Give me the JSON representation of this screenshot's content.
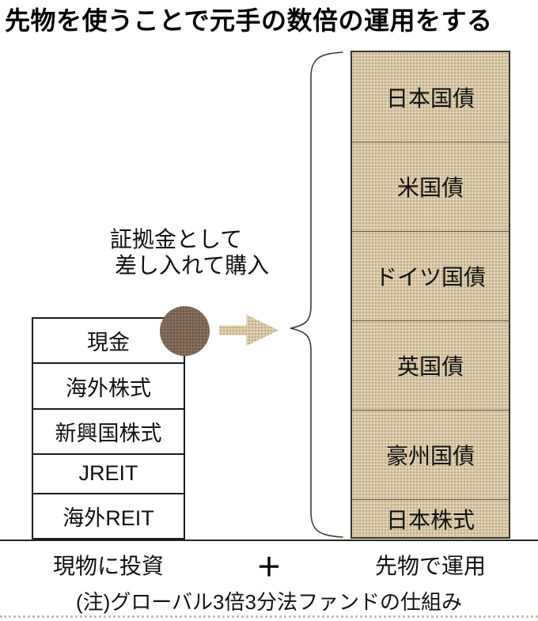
{
  "title": "先物を使うことで元手の数倍の運用をする",
  "annotation": {
    "line1": "証拠金として",
    "line2": "差し入れて購入"
  },
  "left_stack": {
    "items": [
      "現金",
      "海外株式",
      "新興国株式",
      "JREIT",
      "海外REIT"
    ],
    "highlighted_item": "現金"
  },
  "right_stack": {
    "items": [
      "日本国債",
      "米国債",
      "ドイツ国債",
      "英国債",
      "豪州国債",
      "日本株式"
    ]
  },
  "footer": {
    "left_label": "現物に投資",
    "plus_sign": "＋",
    "right_label": "先物で運用"
  },
  "note": "(注)グローバル3倍3分法ファンドの仕組み",
  "colors": {
    "tan": "#d6c4a3",
    "circle_brown": "#7e6555",
    "border_dark": "#1c1c1c",
    "text": "#111111"
  }
}
